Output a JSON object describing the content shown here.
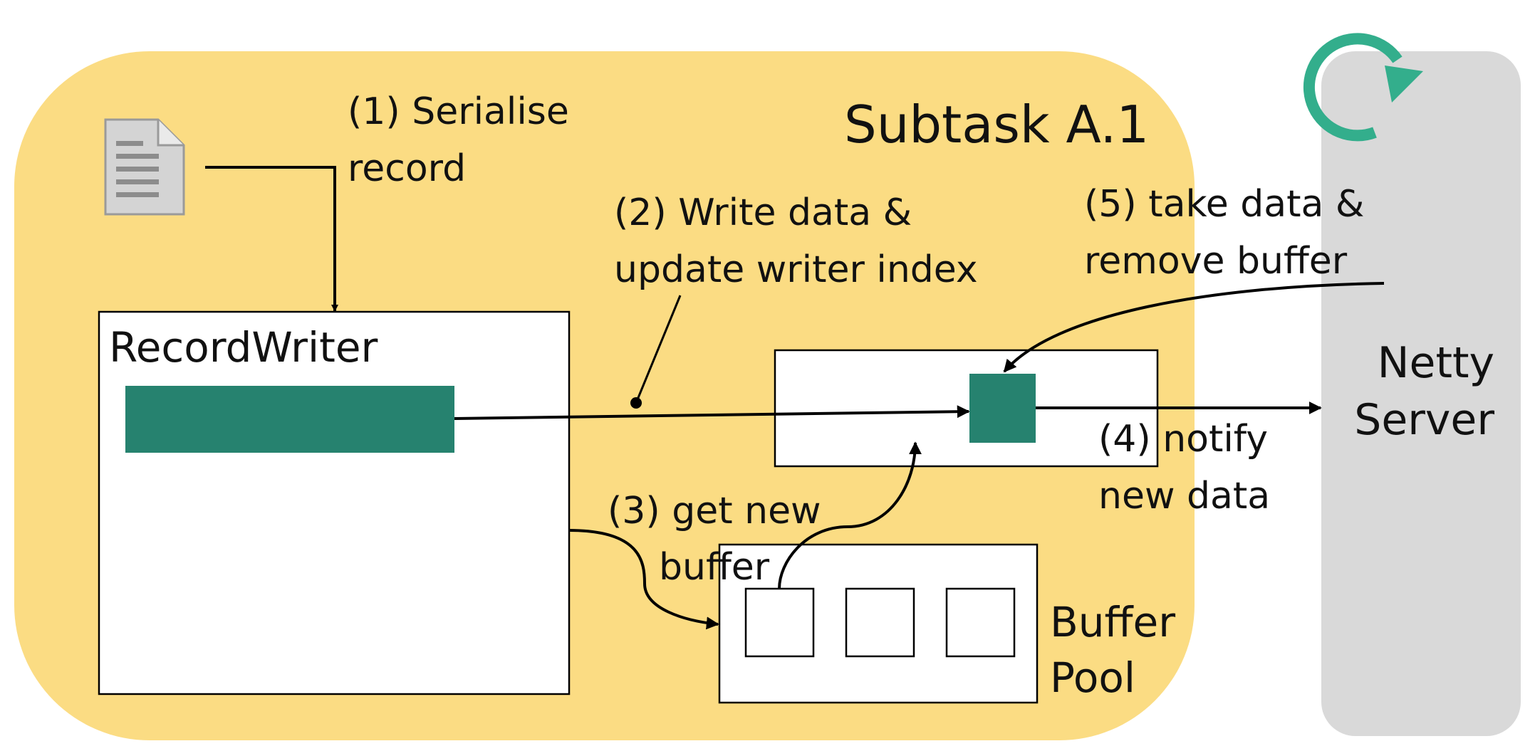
{
  "colors": {
    "subtask_bg": "#FBDC83",
    "server_bg": "#D9D9D9",
    "accent_dark_green": "#26826F",
    "refresh_arrow": "#33AE8C",
    "line": "#000000",
    "doc_icon": "#D4D4D4"
  },
  "subtask": {
    "title": "Subtask A.1"
  },
  "record_writer": {
    "label": "RecordWriter"
  },
  "netty_server": {
    "line1": "Netty",
    "line2": "Server"
  },
  "buffer_pool": {
    "line1": "Buffer",
    "line2": "Pool",
    "buffer_count": 3
  },
  "steps": {
    "s1": {
      "line1": "(1) Serialise",
      "line2": "record"
    },
    "s2": {
      "line1": "(2) Write data &",
      "line2": "update writer index"
    },
    "s3": {
      "line1": "(3) get new",
      "line2": "buffer"
    },
    "s4": {
      "line1": "(4) notify",
      "line2": "new data"
    },
    "s5": {
      "line1": "(5) take data &",
      "line2": "remove buffer"
    }
  },
  "icons": {
    "record": "document-icon",
    "loop": "refresh-arrow-icon"
  }
}
